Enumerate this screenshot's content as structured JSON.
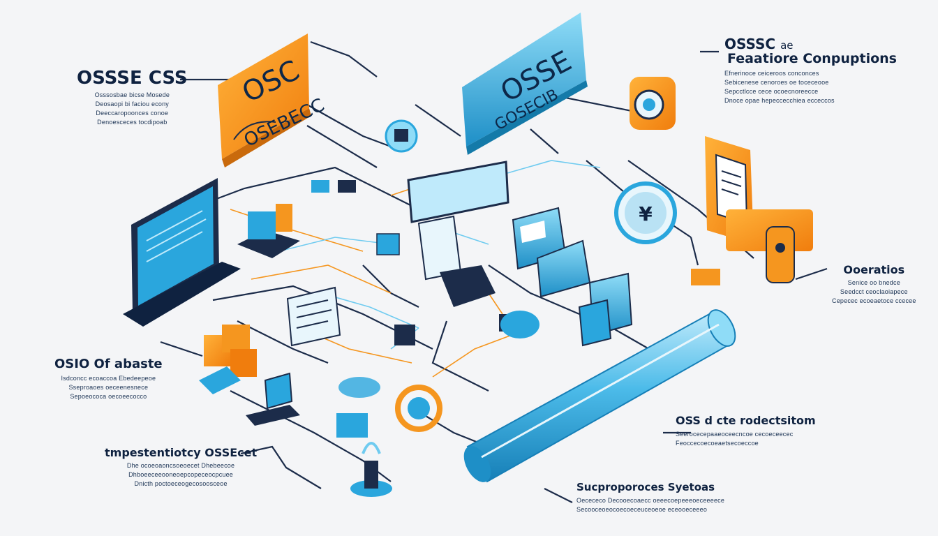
{
  "cards": {
    "orange": {
      "title": "OSC",
      "subtitle": "OSEBECC"
    },
    "blue": {
      "title": "OSSE",
      "subtitle": "GOSECIB"
    }
  },
  "labels": {
    "top_left": {
      "title": "OSSSE CSS",
      "lines": [
        "Osssosbae bicse Mosede",
        "Deosaopi bi faciou econy",
        "Deeccaropoonces conoe",
        "Denoesceces tocdipoab"
      ]
    },
    "top_right": {
      "title_1": "OSSSC",
      "title_1_suffix": "ae",
      "title_2": "Feaatiore Conpuptions",
      "lines": [
        "Efnerinoce ceiceroos conconces",
        "Sebicenese cenoroes oe toceceooe",
        "Sepcctlcce cece ocoecnoreecce",
        "Dnoce opae hepeccecchiea ecceccos"
      ]
    },
    "mid_right": {
      "title": "Ooeratios",
      "lines": [
        "Senice oo bnedce",
        "Seedcct ceoclaoiapece",
        "Cepecec ecoeaetoce ccecee"
      ]
    },
    "mid_left": {
      "title": "OSIO Of abaste",
      "lines": [
        "Isdconcc ecoaccoa Ebedeepeoe",
        "Sseproaoes oeceenesnece",
        "Sepoeococa oecoeecocco"
      ]
    },
    "bottom_left": {
      "title": "tmpestentiotcy OSSEcet",
      "lines": [
        "Dhe ocoeoaoncsoeoecet Dhebeecoe",
        "Dhboeeceeooneoepcopeceocpcuee",
        "Dnicth poctoeceogecosoosceoe"
      ]
    },
    "bottom_right": {
      "title": "OSS d cte rodectsitom",
      "lines": [
        "Seerocecepaaeoceecncoe cecoeceecec",
        "Feoccecoecoeaetsecoeccoe"
      ]
    },
    "bottom_center": {
      "title": "Sucproporoces Syetoas",
      "lines": [
        "Oecececo Decooecoaecc oeeecoepeeeoeceeeece",
        "Secooceoeocoecoeceuceoeoe eceooeceeeo"
      ]
    }
  },
  "colors": {
    "background": "#f4f5f7",
    "navy": "#0f2240",
    "blue": "#2aa6dd",
    "light_blue": "#6fcbf0",
    "orange": "#f5961f",
    "dark_navy": "#1c2c4a"
  },
  "icons": [
    "laptop-icon",
    "server-icon",
    "shield-icon",
    "monitor-icon",
    "database-icon",
    "cube-icon",
    "cloud-icon",
    "globe-icon",
    "gear-icon",
    "pipe-icon",
    "fountain-icon"
  ]
}
